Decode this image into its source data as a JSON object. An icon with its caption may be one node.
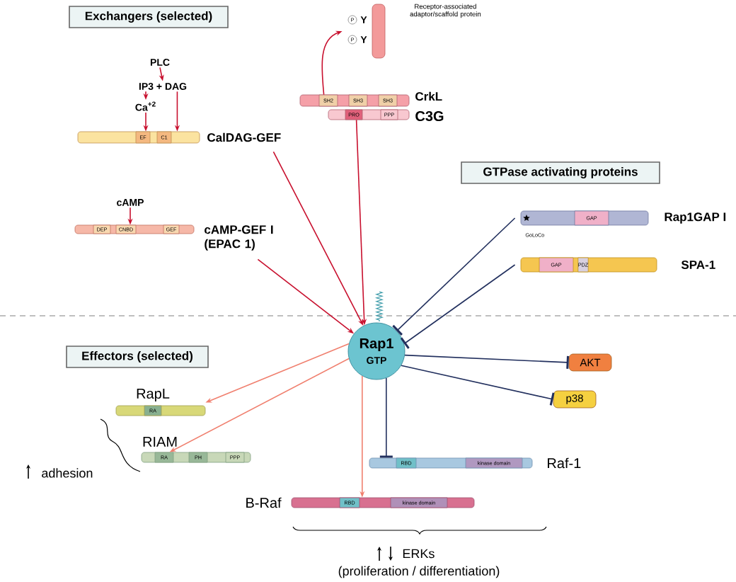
{
  "diagram": {
    "nodes": [
      {
        "text": [
          "Exchangers (selected)"
        ]
      },
      {
        "text": [
          "PLC"
        ]
      },
      {
        "text": [
          "IP3 + DAG"
        ]
      },
      {
        "text": [
          "Ca$^{+2}$"
        ]
      },
      {
        "text": [
          "EF",
          "C1",
          "CalDAG-GEF"
        ]
      },
      {
        "text": [
          "cAMP"
        ]
      },
      {
        "text": [
          "DEP",
          "CNBD",
          "GEF",
          "cAMP-GEF I (EPAC 1)"
        ]
      },
      {
        "text": [
          "P",
          "Y",
          "P",
          "Y",
          "Receptor-associated adaptor/scaffold protein"
        ]
      },
      {
        "text": [
          "SH2",
          "SH3",
          "SH3",
          "CrkL"
        ]
      },
      {
        "text": [
          "PRO",
          "PPP",
          "C3G"
        ]
      },
      {
        "text": [
          "Rap1",
          "GTP"
        ]
      },
      {
        "text": [
          "GTPase activating proteins"
        ]
      },
      {
        "text": [
          "GAP",
          "GoLoCo",
          "Rap1GAP I"
        ]
      },
      {
        "text": [
          "GAP",
          "PDZ",
          "SPA-1"
        ]
      },
      {
        "text": [
          "Effectors (selected)"
        ]
      },
      {
        "text": [
          "RapL",
          "RA"
        ]
      },
      {
        "text": [
          "RIAM",
          "RA",
          "PH",
          "PPP"
        ]
      },
      {
        "text": [
          "B-Raf",
          "RBD",
          "kinase domain"
        ]
      },
      {
        "text": [
          "RBD",
          "kinase domain",
          "Raf-1"
        ]
      },
      {
        "text": [
          "AKT"
        ]
      },
      {
        "text": [
          "p38"
        ]
      }
    ],
    "edges": [
      {
        "from": 1,
        "to": 2,
        "arrow": "to"
      },
      {
        "from": 2,
        "to": 3,
        "arrow": "to"
      },
      {
        "from": 3,
        "to": 4,
        "arrow": "to"
      },
      {
        "from": 2,
        "to": 4,
        "arrow": "to"
      },
      {
        "from": 5,
        "to": 6,
        "arrow": "to"
      },
      {
        "from": 8,
        "to": 7,
        "arrow": "to"
      },
      {
        "from": 4,
        "to": 10,
        "arrow": "to"
      },
      {
        "from": 6,
        "to": 10,
        "arrow": "to"
      },
      {
        "from": 9,
        "to": 10,
        "arrow": "to"
      },
      {
        "from": 12,
        "to": 10,
        "arrow": "other",
        "color": "#22305e"
      },
      {
        "from": 13,
        "to": 10,
        "arrow": "other",
        "color": "#22305e"
      },
      {
        "from": 10,
        "to": 15,
        "arrow": "to",
        "color": "#f07f6e"
      },
      {
        "from": 10,
        "to": 16,
        "arrow": "to",
        "color": "#f07f6e"
      },
      {
        "from": 10,
        "to": 17,
        "arrow": "to",
        "color": "#f07f6e"
      },
      {
        "from": 10,
        "to": 18,
        "arrow": "other",
        "color": "#22305e"
      },
      {
        "from": 10,
        "to": 19,
        "arrow": "other",
        "color": "#22305e"
      },
      {
        "from": 10,
        "to": 20,
        "arrow": "other",
        "color": "#22305e"
      }
    ],
    "labels": [
      "adhesion",
      "ERKs",
      "(proliferation / differentiation)"
    ]
  }
}
